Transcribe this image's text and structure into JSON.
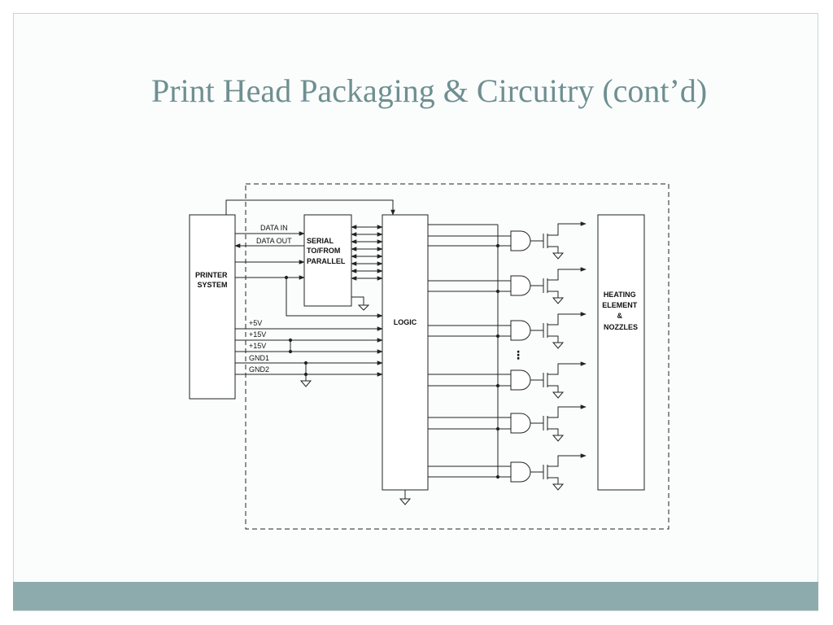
{
  "slide": {
    "title": "Print Head Packaging & Circuitry (cont’d)"
  },
  "diagram": {
    "blocks": {
      "printer_system": [
        "PRINTER",
        "SYSTEM"
      ],
      "serial": [
        "SERIAL",
        "TO/FROM",
        "PARALLEL"
      ],
      "logic": "LOGIC",
      "heating": [
        "HEATING",
        "ELEMENT",
        "&",
        "NOZZLES"
      ]
    },
    "signals": {
      "data_in": "DATA IN",
      "data_out": "DATA OUT"
    },
    "power_rails": [
      "+5V",
      "+15V",
      "+15V",
      "GND1",
      "GND2"
    ],
    "ellipsis": "⋮"
  },
  "colors": {
    "footer_band": "#8dabac",
    "title": "#6f8f90",
    "lines": "#222222"
  }
}
